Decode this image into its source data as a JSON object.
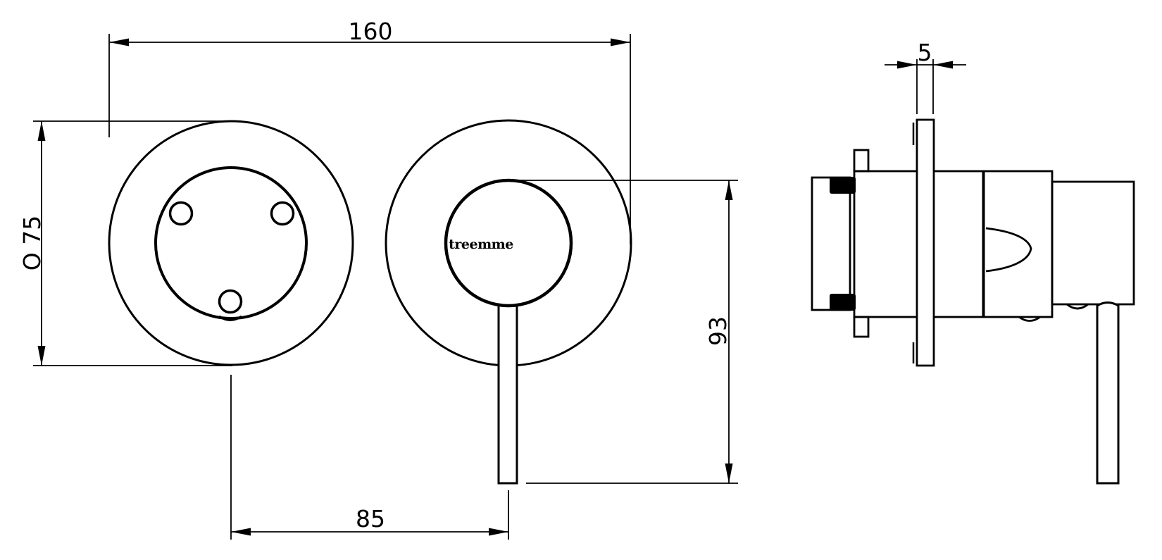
{
  "drawing": {
    "brand_logo": "treemme",
    "dimensions": {
      "overall_width": "160",
      "escutcheon_diameter": "O 75",
      "handle_horizontal_offset": "85",
      "handle_vertical_drop": "93",
      "plate_thickness": "5"
    }
  }
}
